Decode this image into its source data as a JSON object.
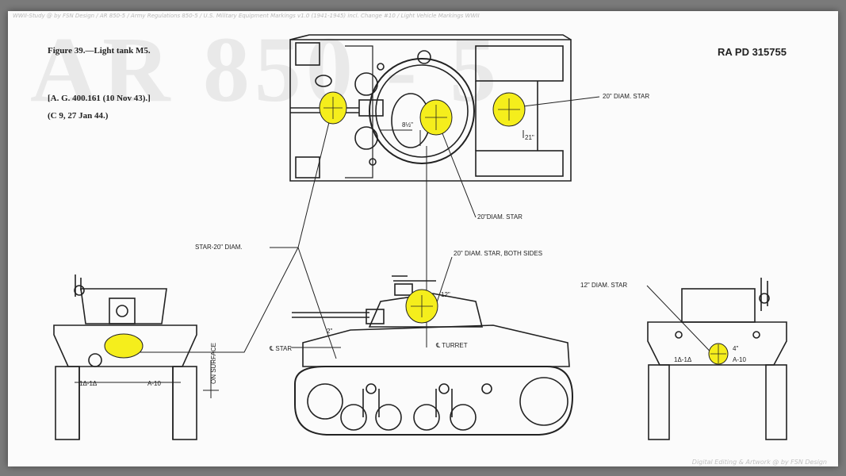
{
  "banner_text": "WWII-Study @ by FSN Design / AR 850-5 / Army Regulations 850-5 / U.S. Military Equipment Markings v1.0 (1941-1945) incl. Change #10 / Light Vehicle Markings WWII",
  "footer_text": "Digital Editing & Artwork @ by FSN Design",
  "watermark": "AR 850 - 5",
  "figure_title": "Figure 39.—Light tank M5.",
  "ref_number": "RA PD 315755",
  "refs": [
    "[A. G. 400.161 (10 Nov 43).]",
    "(C 9, 27 Jan 44.)"
  ],
  "labels": {
    "star_top_right": "20\" DIAM. STAR",
    "star_top_turret": "20\"DIAM. STAR",
    "star_both_sides": "20\" DIAM. STAR, BOTH SIDES",
    "star_20_diam": "STAR-20\" DIAM.",
    "star_12_diam": "12\" DIAM. STAR",
    "on_surface": "ON SURFACE",
    "cl_star": "℄ STAR",
    "cl_turret": "℄ TURRET",
    "dim_8_half": "8½\"",
    "dim_21": "21\"",
    "dim_2": "2\"",
    "dim_12": "12\"",
    "dim_4": "4\"",
    "marking_front_1": "1Δ-1Δ",
    "marking_front_2": "A-10",
    "marking_rear_1": "1Δ-1Δ",
    "marking_rear_2": "A-10"
  },
  "colors": {
    "star_fill": "#f5ee1c",
    "ink": "#222222",
    "paper": "#fbfbfb",
    "frame": "#7a7a7a"
  }
}
